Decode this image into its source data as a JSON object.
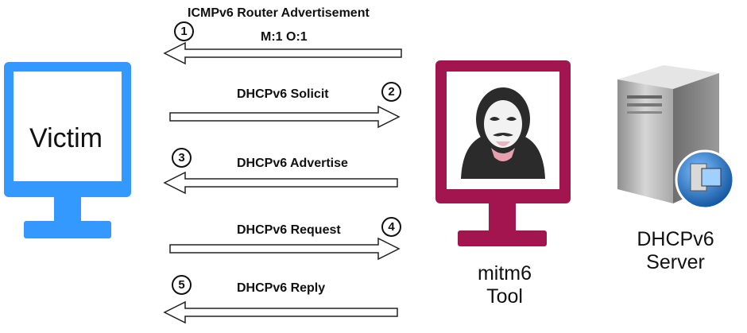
{
  "nodes": {
    "victim": {
      "label": "Victim"
    },
    "tool": {
      "label_line1": "mitm6",
      "label_line2": "Tool"
    },
    "server": {
      "label_line1": "DHCPv6",
      "label_line2": "Server"
    }
  },
  "messages": [
    {
      "step": "1",
      "label_line1": "ICMPv6 Router Advertisement",
      "label_line2": "M:1 O:1",
      "direction": "left"
    },
    {
      "step": "2",
      "label_line1": "DHCPv6 Solicit",
      "direction": "right"
    },
    {
      "step": "3",
      "label_line1": "DHCPv6 Advertise",
      "direction": "left"
    },
    {
      "step": "4",
      "label_line1": "DHCPv6 Request",
      "direction": "right"
    },
    {
      "step": "5",
      "label_line1": "DHCPv6 Reply",
      "direction": "left"
    }
  ],
  "colors": {
    "victim_monitor": "#3399ff",
    "tool_monitor": "#a3154e",
    "server_body": "#bdbdbd",
    "server_badge": "#1f74c9"
  }
}
